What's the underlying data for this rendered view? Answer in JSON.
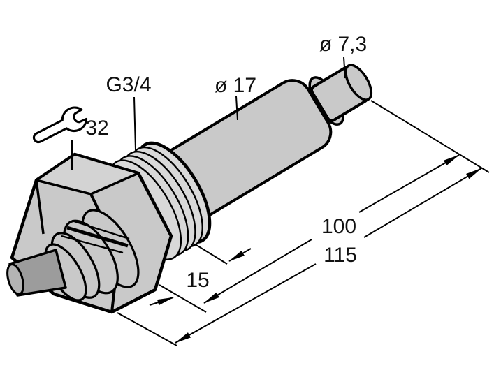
{
  "drawing": {
    "kind": "technical-dimensional-drawing",
    "subject": "threaded immersion sensor with G3/4 process connection and cable outlet",
    "labels": {
      "tip_diameter": "ø 7,3",
      "body_diameter": "ø 17",
      "thread_size": "G3/4",
      "wrench_size": "32",
      "thread_length": "15",
      "insertion_length": "100",
      "total_length": "115"
    },
    "icons": {
      "wrench": "open-end-wrench-icon"
    },
    "colors": {
      "background": "#ffffff",
      "metal": "#c9c9c9",
      "metal_top_face": "#d3d3d3",
      "thread_fill": "#d9d9d9",
      "cable": "#9c9c9c",
      "cable_end": "#b4b4b4",
      "outline": "#000000",
      "text": "#111111"
    }
  }
}
